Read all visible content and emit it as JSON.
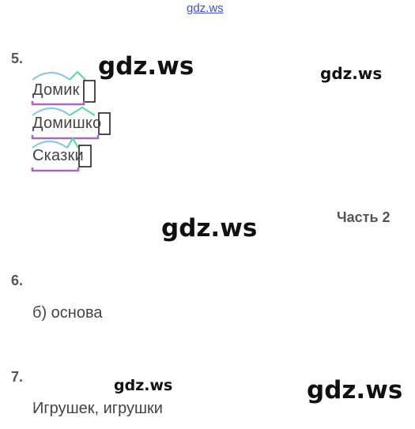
{
  "watermarks": [
    "gdz.ws",
    "gdz.ws",
    "gdz.ws",
    "gdz.ws",
    "gdz.ws",
    "gdz.ws"
  ],
  "task5": {
    "number": "5.",
    "words": [
      "Домик",
      "Домишко",
      "Сказки"
    ]
  },
  "part_label": "Часть 2",
  "task6": {
    "number": "6.",
    "answer": "б) основа"
  },
  "task7": {
    "number": "7.",
    "answer": "Игрушек, игрушки"
  }
}
